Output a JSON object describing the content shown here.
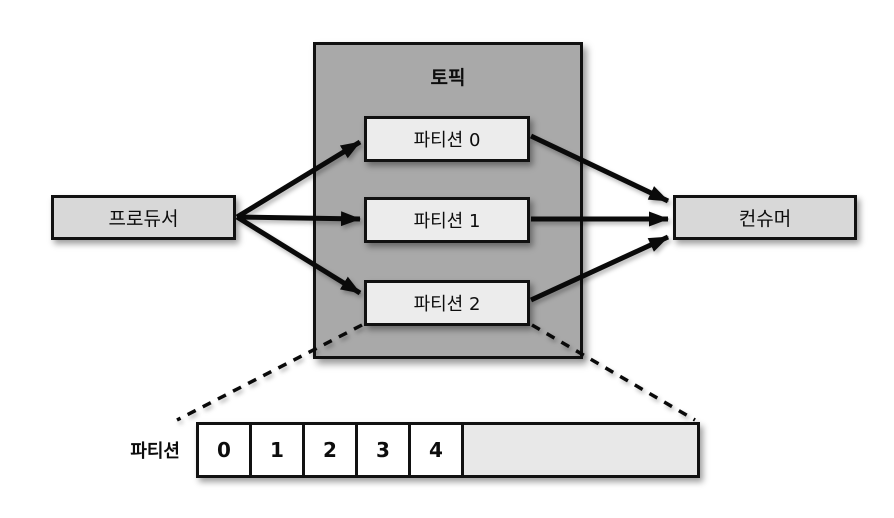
{
  "diagram": {
    "producer": {
      "label": "프로듀서"
    },
    "topic": {
      "title": "토픽",
      "partitions": [
        {
          "label": "파티션 0"
        },
        {
          "label": "파티션 1"
        },
        {
          "label": "파티션 2"
        }
      ]
    },
    "consumer": {
      "label": "컨슈머"
    },
    "partition_detail": {
      "label": "파티션",
      "cells": [
        "0",
        "1",
        "2",
        "3",
        "4"
      ]
    }
  },
  "colors": {
    "topic_fill": "#a9a9a9",
    "endpoint_fill": "#d8d8d8",
    "partition_fill": "#ececec",
    "log_cell_fill": "#ffffff",
    "log_empty_fill": "#e8e8e8",
    "line_color": "#0a0a0a"
  }
}
